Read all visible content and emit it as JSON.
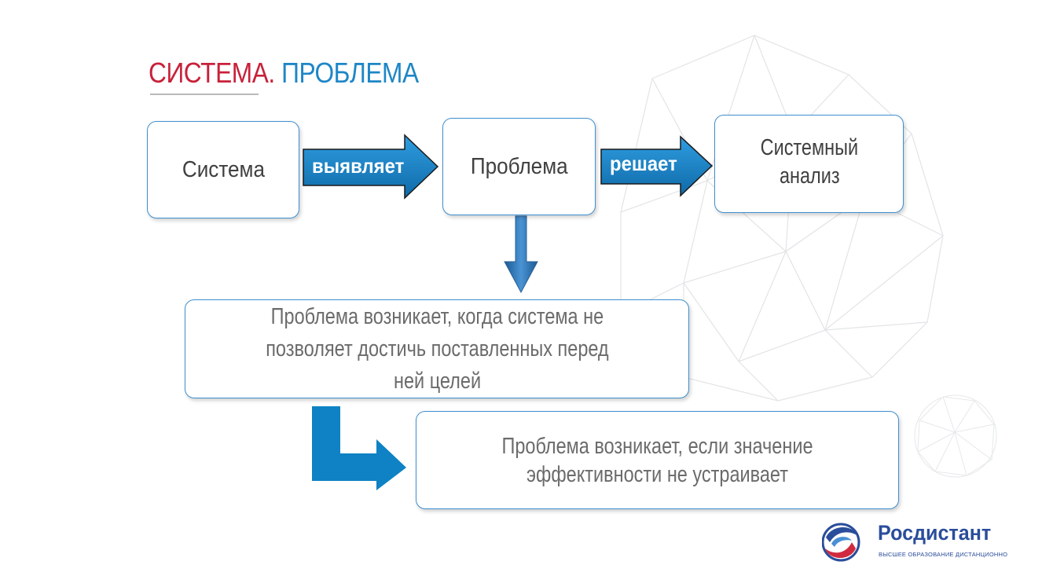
{
  "title": {
    "part1": "СИСТЕМА.",
    "part2": "ПРОБЛЕМА"
  },
  "nodes": {
    "sistema": "Система",
    "problema": "Проблема",
    "analiz_line1": "Системный",
    "analiz_line2": "анализ",
    "def1_line1": "Проблема возникает, когда система не",
    "def1_line2": "позволяет достичь поставленных перед",
    "def1_line3": "ней целей",
    "def2_line1": "Проблема возникает, если значение",
    "def2_line2": "эффективности не устраивает"
  },
  "edges": {
    "sistema_to_problema": "выявляет",
    "problema_to_analiz": "решает"
  },
  "logo": {
    "name": "Росдистант",
    "tagline": "ВЫСШЕЕ ОБРАЗОВАНИЕ ДИСТАНЦИОННО"
  },
  "colors": {
    "title_red": "#c8213a",
    "title_blue": "#1e86c6",
    "box_border": "#3f8fcf",
    "arrow_blue": "#1082c8",
    "logo_blue": "#2a4d9b"
  }
}
